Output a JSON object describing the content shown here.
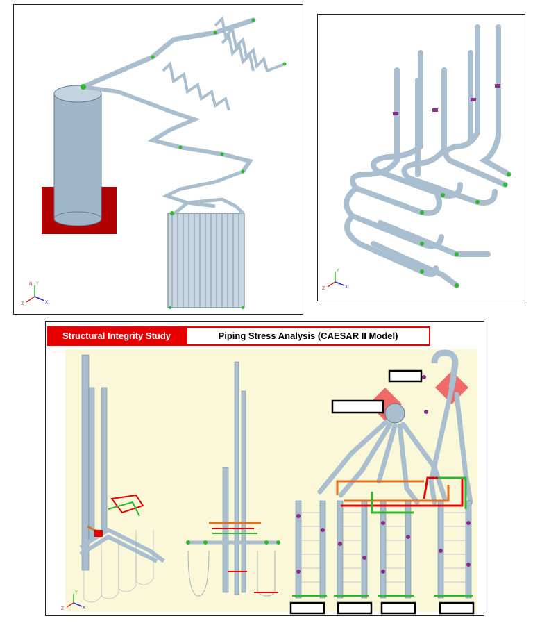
{
  "header": {
    "study_label": "Structural Integrity Study",
    "analysis_label": "Piping Stress Analysis (CAESAR II Model)"
  },
  "axis_triad": {
    "x": "X",
    "y": "Y",
    "z": "Z",
    "n": "N"
  },
  "colors": {
    "pipe": "#a9bfcf",
    "pipe_edge": "#5f7a8d",
    "vessel": "#9fb6c8",
    "base": "#b00000",
    "support": "#2fb82f",
    "valve": "#8a2a8a",
    "highlight": "#e60000",
    "background_model": "#fbf7d9"
  },
  "redacted_labels": [
    "",
    "",
    "",
    "",
    "",
    ""
  ]
}
